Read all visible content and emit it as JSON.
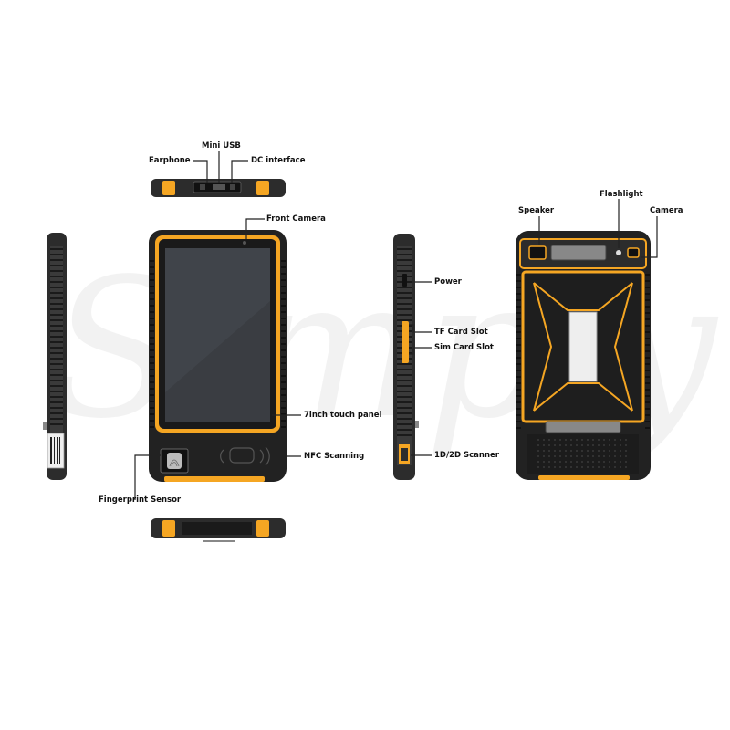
{
  "colors": {
    "accent": "#f5a623",
    "body": "#2c2c2c",
    "body_dark": "#1a1a1a",
    "screen": "#3a3d42",
    "leader": "#222222"
  },
  "labels": {
    "mini_usb": "Mini USB",
    "earphone": "Earphone",
    "dc_interface": "DC interface",
    "front_camera": "Front Camera",
    "touch_panel": "7inch touch panel",
    "nfc": "NFC Scanning",
    "fingerprint": "Fingerprint Sensor",
    "power": "Power",
    "tf_card": "TF Card Slot",
    "sim_card": "Sim Card Slot",
    "scanner": "1D/2D Scanner",
    "speaker": "Speaker",
    "flashlight": "Flashlight",
    "camera": "Camera"
  },
  "watermark": "Simply",
  "icons": [
    "fingerprint-icon",
    "nfc-icon",
    "barcode-icon"
  ]
}
